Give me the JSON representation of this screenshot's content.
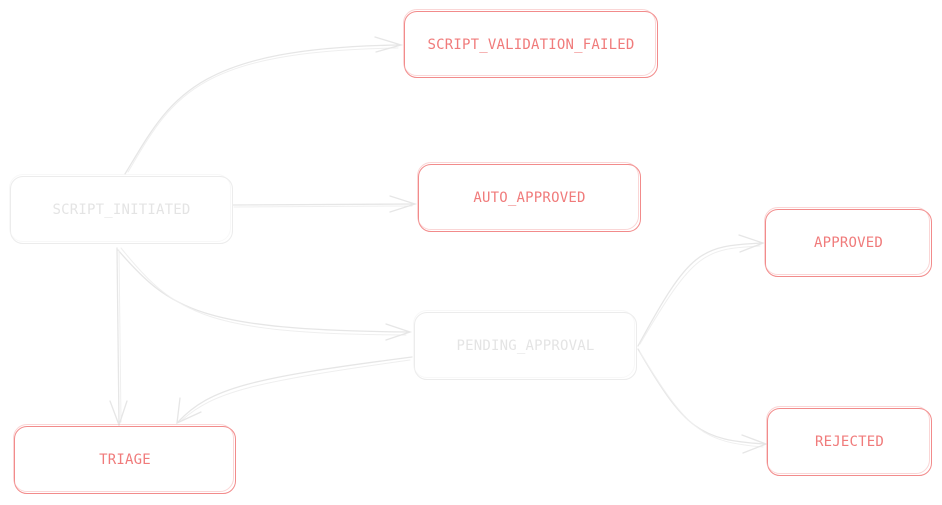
{
  "diagram": {
    "colors": {
      "highlight_text": "#f07b7b",
      "highlight_border": "#f28b8b",
      "dim": "#e4e4e4",
      "edge": "#e6e6e6"
    },
    "nodes": {
      "script_initiated": {
        "label": "SCRIPT_INITIATED",
        "state": "dim"
      },
      "script_validation_failed": {
        "label": "SCRIPT_VALIDATION_FAILED",
        "state": "highlighted"
      },
      "auto_approved": {
        "label": "AUTO_APPROVED",
        "state": "highlighted"
      },
      "pending_approval": {
        "label": "PENDING_APPROVAL",
        "state": "dim"
      },
      "approved": {
        "label": "APPROVED",
        "state": "highlighted"
      },
      "rejected": {
        "label": "REJECTED",
        "state": "highlighted"
      },
      "triage": {
        "label": "TRIAGE",
        "state": "highlighted"
      }
    },
    "edges": [
      {
        "from": "script_initiated",
        "to": "script_validation_failed"
      },
      {
        "from": "script_initiated",
        "to": "auto_approved"
      },
      {
        "from": "script_initiated",
        "to": "pending_approval"
      },
      {
        "from": "script_initiated",
        "to": "triage"
      },
      {
        "from": "pending_approval",
        "to": "approved"
      },
      {
        "from": "pending_approval",
        "to": "rejected"
      },
      {
        "from": "pending_approval",
        "to": "triage"
      }
    ]
  }
}
